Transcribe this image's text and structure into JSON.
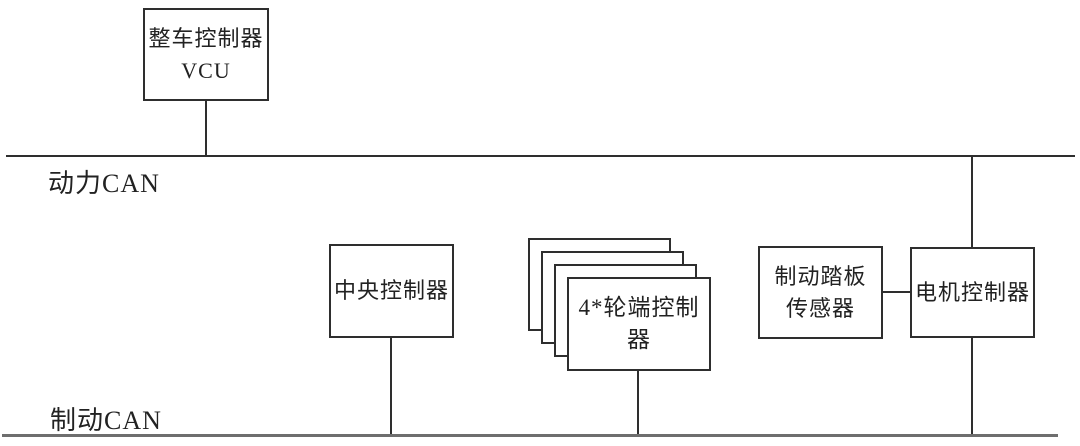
{
  "diagram": {
    "background_color": "#ffffff",
    "line_color": "#2e2e2e",
    "buses": [
      {
        "id": "power_can",
        "label": "动力CAN"
      },
      {
        "id": "brake_can",
        "label": "制动CAN"
      }
    ],
    "nodes": [
      {
        "id": "vcu",
        "label_lines": [
          "整车控制器",
          "VCU"
        ]
      },
      {
        "id": "central_controller",
        "label_lines": [
          "中央控制器"
        ]
      },
      {
        "id": "wheel_controllers",
        "label_lines": [
          "4*轮端控制器"
        ],
        "stack_count": 4
      },
      {
        "id": "brake_pedal_sensor",
        "label_lines": [
          "制动踏板",
          "传感器"
        ]
      },
      {
        "id": "motor_controller",
        "label_lines": [
          "电机控制器"
        ]
      }
    ],
    "connections": [
      {
        "from": "vcu",
        "to": "power_can"
      },
      {
        "from": "central_controller",
        "to": "brake_can"
      },
      {
        "from": "wheel_controllers",
        "to": "brake_can"
      },
      {
        "from": "brake_pedal_sensor",
        "to": "motor_controller"
      },
      {
        "from": "motor_controller",
        "to": "power_can"
      },
      {
        "from": "motor_controller",
        "to": "brake_can"
      }
    ]
  }
}
